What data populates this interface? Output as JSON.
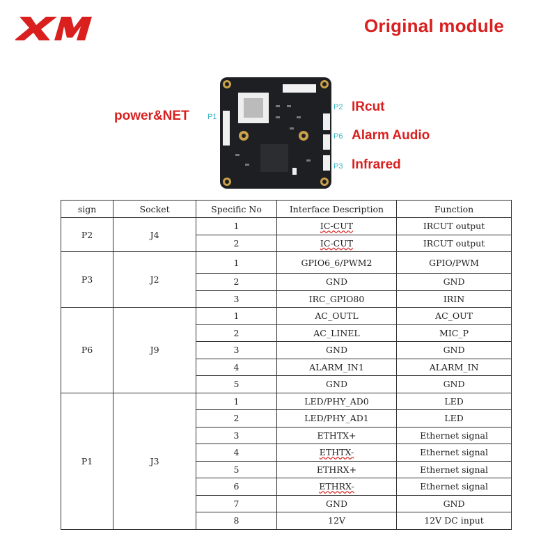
{
  "brand": {
    "logo_text": "XM",
    "logo_color": "#d9201f"
  },
  "title": "Original module",
  "callouts": {
    "left_label": "power&NET",
    "p1": "P1",
    "p2": "P2",
    "p2_label": "IRcut",
    "p6": "P6",
    "p6_label": "Alarm Audio",
    "p3": "P3",
    "p3_label": "Infrared"
  },
  "table": {
    "headers": [
      "sign",
      "Socket",
      "Specific No",
      "Interface Description",
      "Function"
    ],
    "groups": [
      {
        "sign": "P2",
        "socket": "J4",
        "rows": [
          {
            "no": "1",
            "desc": "IC-CUT",
            "func": "IRCUT output"
          },
          {
            "no": "2",
            "desc": "IC-CUT",
            "func": "IRCUT output"
          }
        ]
      },
      {
        "sign": "P3",
        "socket": "J2",
        "rows": [
          {
            "no": "1",
            "desc": "GPIO6_6/PWM2",
            "func": "GPIO/PWM"
          },
          {
            "no": "2",
            "desc": "GND",
            "func": "GND"
          },
          {
            "no": "3",
            "desc": "IRC_GPIO80",
            "func": "IRIN"
          }
        ]
      },
      {
        "sign": "P6",
        "socket": "J9",
        "rows": [
          {
            "no": "1",
            "desc": "AC_OUTL",
            "func": "AC_OUT"
          },
          {
            "no": "2",
            "desc": "AC_LINEL",
            "func": "MIC_P"
          },
          {
            "no": "3",
            "desc": "GND",
            "func": "GND"
          },
          {
            "no": "4",
            "desc": "ALARM_IN1",
            "func": "ALARM_IN"
          },
          {
            "no": "5",
            "desc": "GND",
            "func": "GND"
          }
        ]
      },
      {
        "sign": "P1",
        "socket": "J3",
        "rows": [
          {
            "no": "1",
            "desc": "LED/PHY_AD0",
            "func": "LED"
          },
          {
            "no": "2",
            "desc": "LED/PHY_AD1",
            "func": "LED"
          },
          {
            "no": "3",
            "desc": "ETHTX+",
            "func": "Ethernet signal"
          },
          {
            "no": "4",
            "desc": "ETHTX-",
            "func": "Ethernet signal"
          },
          {
            "no": "5",
            "desc": "ETHRX+",
            "func": "Ethernet signal"
          },
          {
            "no": "6",
            "desc": "ETHRX-",
            "func": "Ethernet signal"
          },
          {
            "no": "7",
            "desc": "GND",
            "func": "GND"
          },
          {
            "no": "8",
            "desc": "12V",
            "func": "12V DC input"
          }
        ]
      }
    ]
  }
}
